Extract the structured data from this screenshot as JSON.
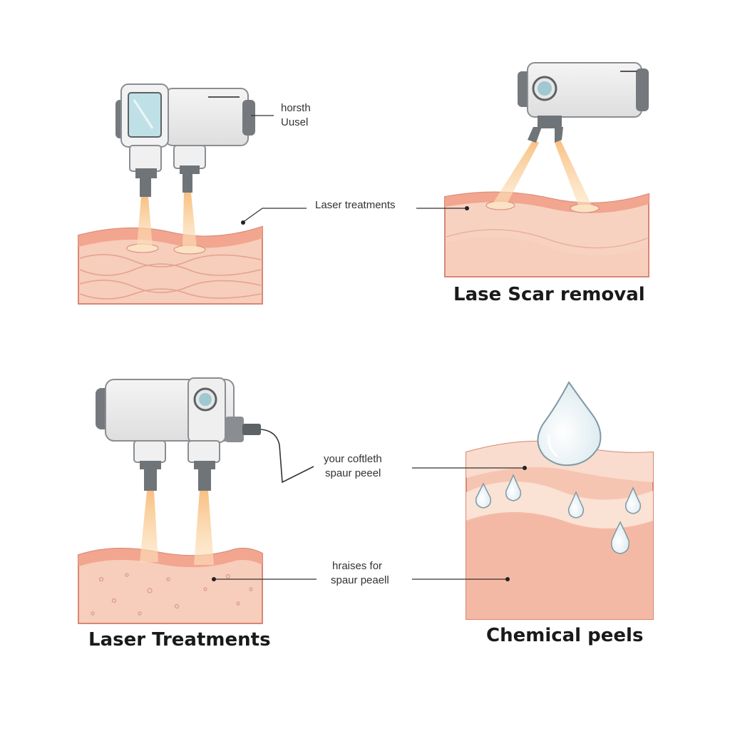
{
  "panels": {
    "top_left": {
      "callout_line1": "horsth",
      "callout_line2": "Uusel",
      "center_label": "Laser treatments"
    },
    "top_right": {
      "title": "Lase Scar removal"
    },
    "bottom_left": {
      "title": "Laser Treatments",
      "callout_a_line1": "your coftleth",
      "callout_a_line2": "spaur peeel",
      "callout_b_line1": "hraises for",
      "callout_b_line2": "spaur peaell"
    },
    "bottom_right": {
      "title": "Chemical peels"
    }
  },
  "colors": {
    "skin_fill": "#f6cbb8",
    "skin_top": "#f2a58f",
    "skin_stroke": "#d88774",
    "beam": "#f9c98f",
    "device_body": "#ebebeb",
    "device_dark": "#6f7478",
    "lens": "#9fc8d0",
    "droplet": "#eef5f8"
  },
  "icons": [
    "laser-handpiece-icon",
    "laser-beam-icon",
    "skin-cross-section-icon",
    "water-droplet-icon"
  ]
}
